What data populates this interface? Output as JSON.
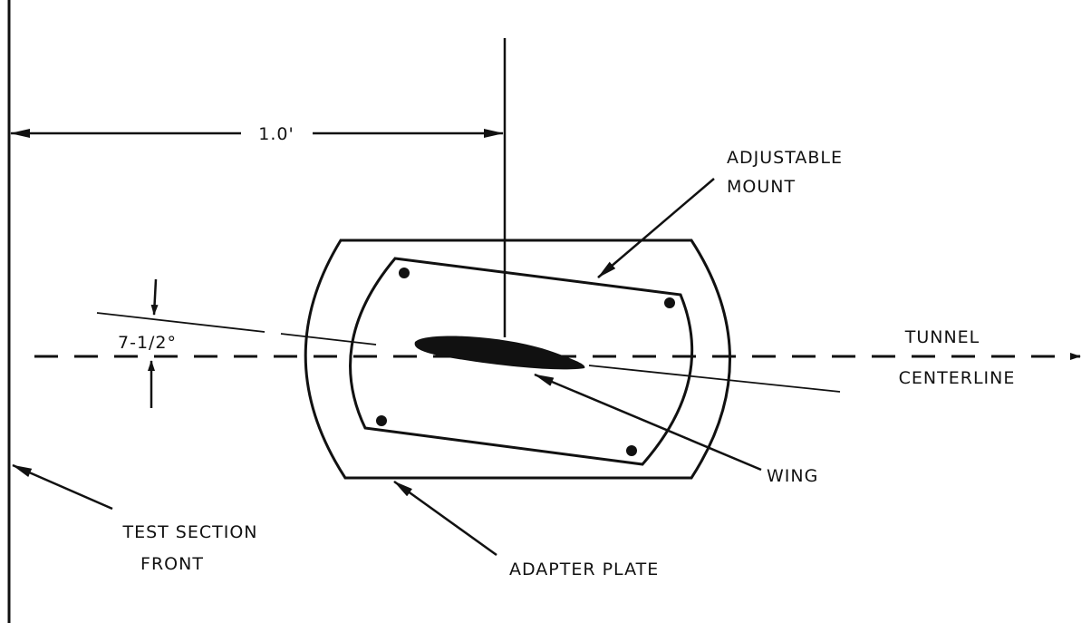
{
  "labels": {
    "dimension": "1.0'",
    "angle": "7-1/2°",
    "adjustable_mount_line1": "ADJUSTABLE",
    "adjustable_mount_line2": "MOUNT",
    "tunnel_centerline_line1": "TUNNEL",
    "tunnel_centerline_line2": "CENTERLINE",
    "wing": "WING",
    "test_section_front_line1": "TEST SECTION",
    "test_section_front_line2": "FRONT",
    "adapter_plate": "ADAPTER PLATE"
  },
  "colors": {
    "ink": "#111111",
    "background": "#ffffff"
  }
}
